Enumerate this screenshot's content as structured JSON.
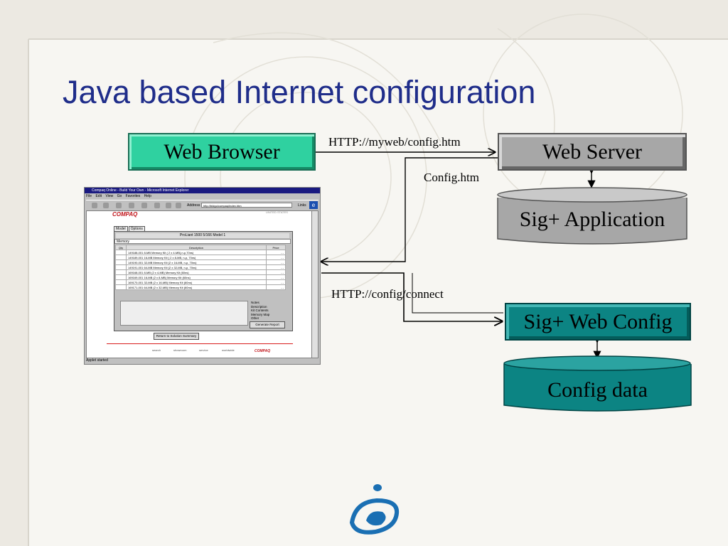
{
  "title": "Java based Internet configuration",
  "diagram": {
    "browser_label": "Web Browser",
    "server_label": "Web Server",
    "sig_app_label": "Sig+ Application",
    "sig_webconfig_label": "Sig+ Web Config",
    "config_data_label": "Config data",
    "edge_request": "HTTP://myweb/config.htm",
    "edge_response": "Config.htm",
    "edge_connect": "HTTP://config/connect"
  },
  "screenshot": {
    "window_title": "Compaq Online - Build Your Own - Microsoft Internet Explorer",
    "menu": [
      "File",
      "Edit",
      "View",
      "Go",
      "Favorites",
      "Help"
    ],
    "address_label": "Address",
    "address": "http://bldgo/compaq/index.htm",
    "links": "Links",
    "brand": "COMPAQ",
    "region": "UNITED STATES",
    "tabs": [
      "Model",
      "Options"
    ],
    "model": "ProLiant 1500 5/166 Model 1",
    "list_title": "Memory",
    "columns": [
      "Qty",
      "Description",
      "Price"
    ],
    "rows": [
      {
        "desc": "149188-001 8-MB Memory Kit ( 2 x 4-MB),n-p,70ns)",
        "price": "- -"
      },
      {
        "desc": "149189-001 16-MB Memory Kit ( 2 x 8-MB, n-p, 70ns)",
        "price": "- -"
      },
      {
        "desc": "149190-001 32-MB Memory Kit (2 x 16-MB, n-p, 70ns)",
        "price": "- -"
      },
      {
        "desc": "149191-001 64-MB Memory Kit (2 x 32-MB, n-p, 70ns)",
        "price": "- -"
      },
      {
        "desc": "169168-001 8-MB (2 x 4-MB) Memory Kit (60ns)",
        "price": "- -"
      },
      {
        "desc": "169169-001 16-MB (2 x 8-MB) Memory Kit (60ns)",
        "price": "- -"
      },
      {
        "desc": "169170-001 32-MB (2 x 16-MB) Memory Kit (60ns)",
        "price": "- -"
      },
      {
        "desc": "169171-001 64-MB (2 x 32-MB) Memory Kit (60ns)",
        "price": "- -"
      }
    ],
    "options": [
      "Notes",
      "Description",
      "Kit Contents",
      "Memory Map",
      "Other"
    ],
    "generate_button": "Generate Report",
    "return_button": "Return to Solution Summary",
    "footer_links": [
      "search",
      "showroom",
      "service",
      "worldwide"
    ],
    "status": "Applet started"
  }
}
